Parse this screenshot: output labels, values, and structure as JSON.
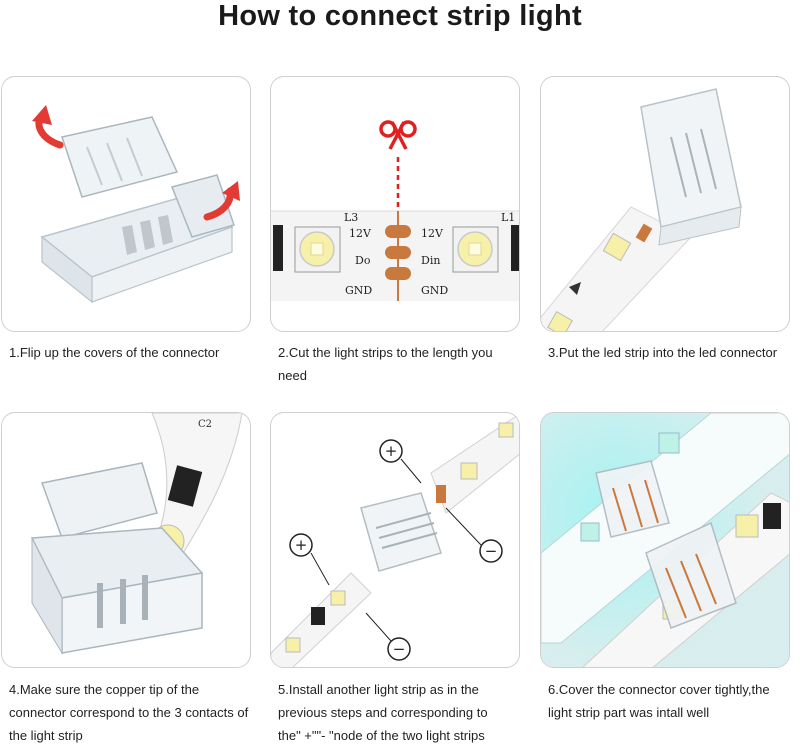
{
  "title": "How to connect strip light",
  "steps": [
    {
      "caption": "1.Flip up the covers of the connector"
    },
    {
      "caption": "2.Cut the light strips to the length you need"
    },
    {
      "caption": "3.Put the led strip into the led connector"
    },
    {
      "caption": "4.Make sure the copper tip of the connector correspond to the 3 contacts of the light strip"
    },
    {
      "caption": "5.Install another light strip as in the previous steps and corresponding to the\" +\"\"- \"node of the two light strips"
    },
    {
      "caption": "6.Cover the connector cover tightly,the light strip part was intall well"
    }
  ],
  "strip_labels": {
    "l3": "L3",
    "l1": "L1",
    "v12_left": "12V",
    "do": "Do",
    "gnd_left": "GND",
    "v12_right": "12V",
    "din": "Din",
    "gnd_right": "GND",
    "c2": "C2"
  },
  "symbols": {
    "plus": "+",
    "minus": "−"
  },
  "colors": {
    "arrow_red": "#e23b34",
    "copper": "#c9793e",
    "scissors_red": "#e02020",
    "glow_cyan": "#6ee0df"
  }
}
